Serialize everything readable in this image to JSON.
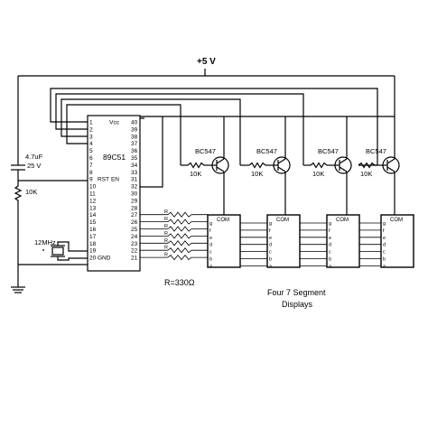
{
  "power_label": "+5 V",
  "mcu": {
    "name": "89C51",
    "left_pins": [
      {
        "num": "1",
        "name": ""
      },
      {
        "num": "2",
        "name": ""
      },
      {
        "num": "3",
        "name": ""
      },
      {
        "num": "4",
        "name": ""
      },
      {
        "num": "5",
        "name": ""
      },
      {
        "num": "6",
        "name": ""
      },
      {
        "num": "7",
        "name": ""
      },
      {
        "num": "8",
        "name": ""
      },
      {
        "num": "9",
        "name": "RST"
      },
      {
        "num": "10",
        "name": ""
      },
      {
        "num": "11",
        "name": ""
      },
      {
        "num": "12",
        "name": ""
      },
      {
        "num": "13",
        "name": ""
      },
      {
        "num": "14",
        "name": ""
      },
      {
        "num": "15",
        "name": ""
      },
      {
        "num": "16",
        "name": ""
      },
      {
        "num": "17",
        "name": ""
      },
      {
        "num": "18",
        "name": ""
      },
      {
        "num": "19",
        "name": ""
      },
      {
        "num": "20",
        "name": "GND"
      }
    ],
    "right_pins": [
      {
        "num": "40",
        "name": "Vcc"
      },
      {
        "num": "39",
        "name": ""
      },
      {
        "num": "38",
        "name": ""
      },
      {
        "num": "37",
        "name": ""
      },
      {
        "num": "36",
        "name": ""
      },
      {
        "num": "35",
        "name": ""
      },
      {
        "num": "34",
        "name": ""
      },
      {
        "num": "33",
        "name": ""
      },
      {
        "num": "31",
        "name": "EN"
      },
      {
        "num": "32",
        "name": ""
      },
      {
        "num": "30",
        "name": ""
      },
      {
        "num": "29",
        "name": ""
      },
      {
        "num": "28",
        "name": ""
      },
      {
        "num": "27",
        "name": ""
      },
      {
        "num": "26",
        "name": ""
      },
      {
        "num": "25",
        "name": ""
      },
      {
        "num": "24",
        "name": ""
      },
      {
        "num": "23",
        "name": ""
      },
      {
        "num": "22",
        "name": ""
      },
      {
        "num": "21",
        "name": ""
      }
    ]
  },
  "capacitor": {
    "value": "4.7uF",
    "voltage": "25 V"
  },
  "reset_resistor": "10K",
  "crystal": "12MHz",
  "segment_resistor_mark": "R",
  "segment_resistor_value": "R=330Ω",
  "transistors": [
    {
      "model": "BC547",
      "base_resistor": "10K"
    },
    {
      "model": "BC547",
      "base_resistor": "10K"
    },
    {
      "model": "BC547",
      "base_resistor": "10K"
    },
    {
      "model": "BC547",
      "base_resistor": "10K"
    }
  ],
  "displays": {
    "com_label": "COM",
    "segments": [
      "g",
      "f",
      "e",
      "d",
      "c",
      "b",
      "a"
    ],
    "caption_line1": "Four 7 Segment",
    "caption_line2": "Displays"
  }
}
